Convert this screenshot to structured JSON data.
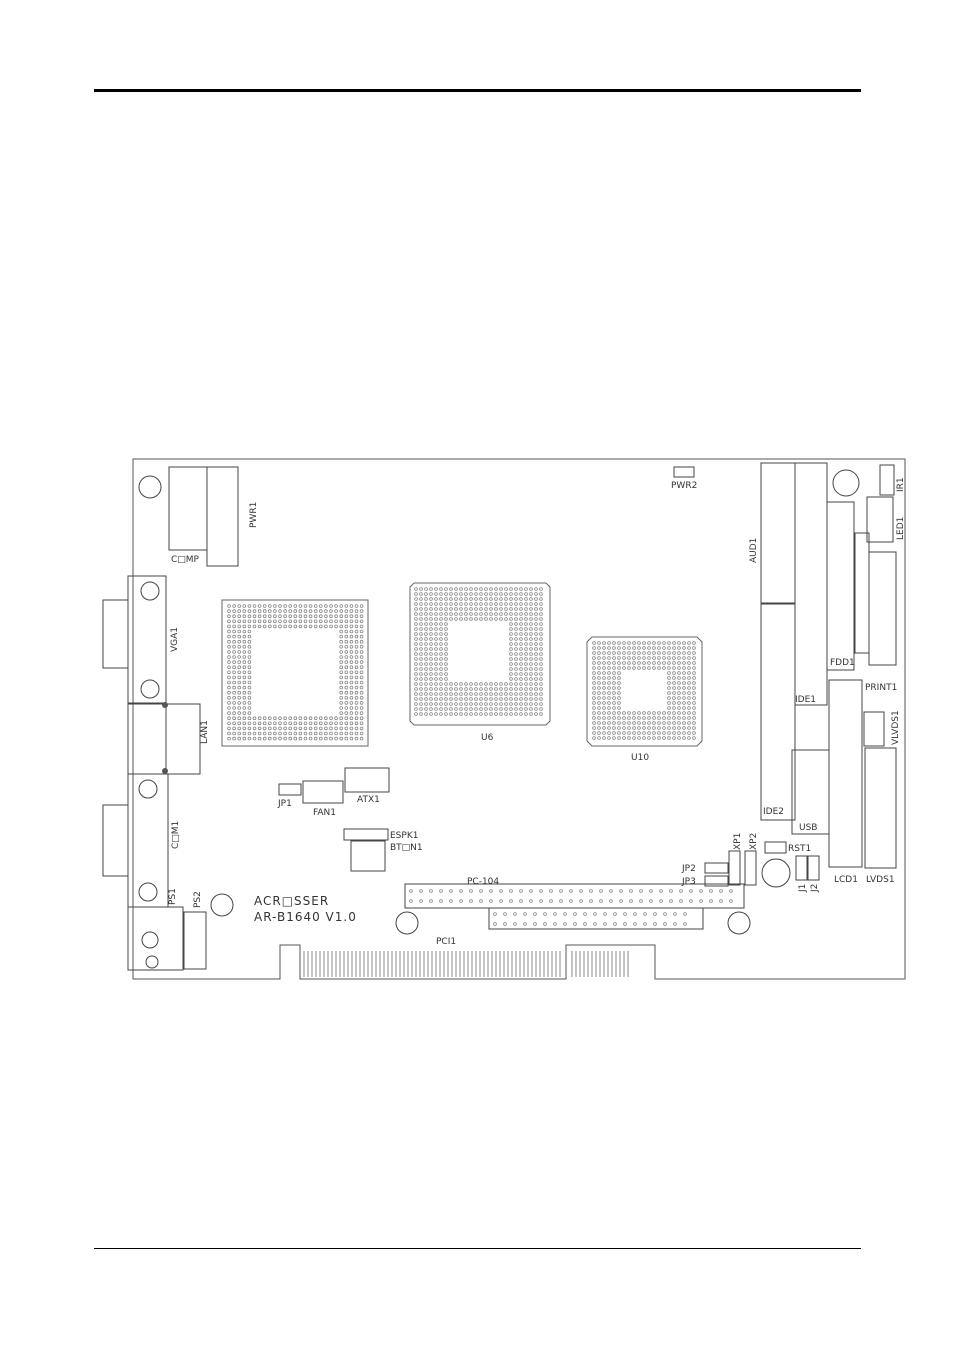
{
  "page": {
    "header_rule": "",
    "footer_rule": ""
  },
  "board": {
    "brand": "ACR□SSER",
    "model": "AR-B1640  V1.0",
    "labels": {
      "pwr1": "PWR1",
      "comp": "C□MP",
      "vga1": "VGA1",
      "lan1": "LAN1",
      "com1": "C□M1",
      "ps1": "PS1",
      "ps2": "PS2",
      "jp1": "JP1",
      "fan1": "FAN1",
      "atx1": "ATX1",
      "espk1": "ESPK1",
      "btn1": "BT□N1",
      "u6": "U6",
      "u10": "U10",
      "pc104": "PC-104",
      "pci1": "PCI1",
      "pwr2": "PWR2",
      "aud1": "AUD1",
      "ide1": "IDE1",
      "ide2": "IDE2",
      "fdd1": "FDD1",
      "usb": "USB",
      "print1": "PRINT1",
      "lvds1": "LVDS1",
      "vlvds1": "VLVDS1",
      "lcd1": "LCD1",
      "xp1": "XP1",
      "xp2": "XP2",
      "jp2": "JP2",
      "jp3": "JP3",
      "rst1": "RST1",
      "j1": "J1",
      "j2": "J2",
      "ir1": "IR1",
      "led1": "LED1"
    }
  },
  "colors": {
    "line": "#000000",
    "outline": "#555555",
    "dot": "#777777"
  }
}
